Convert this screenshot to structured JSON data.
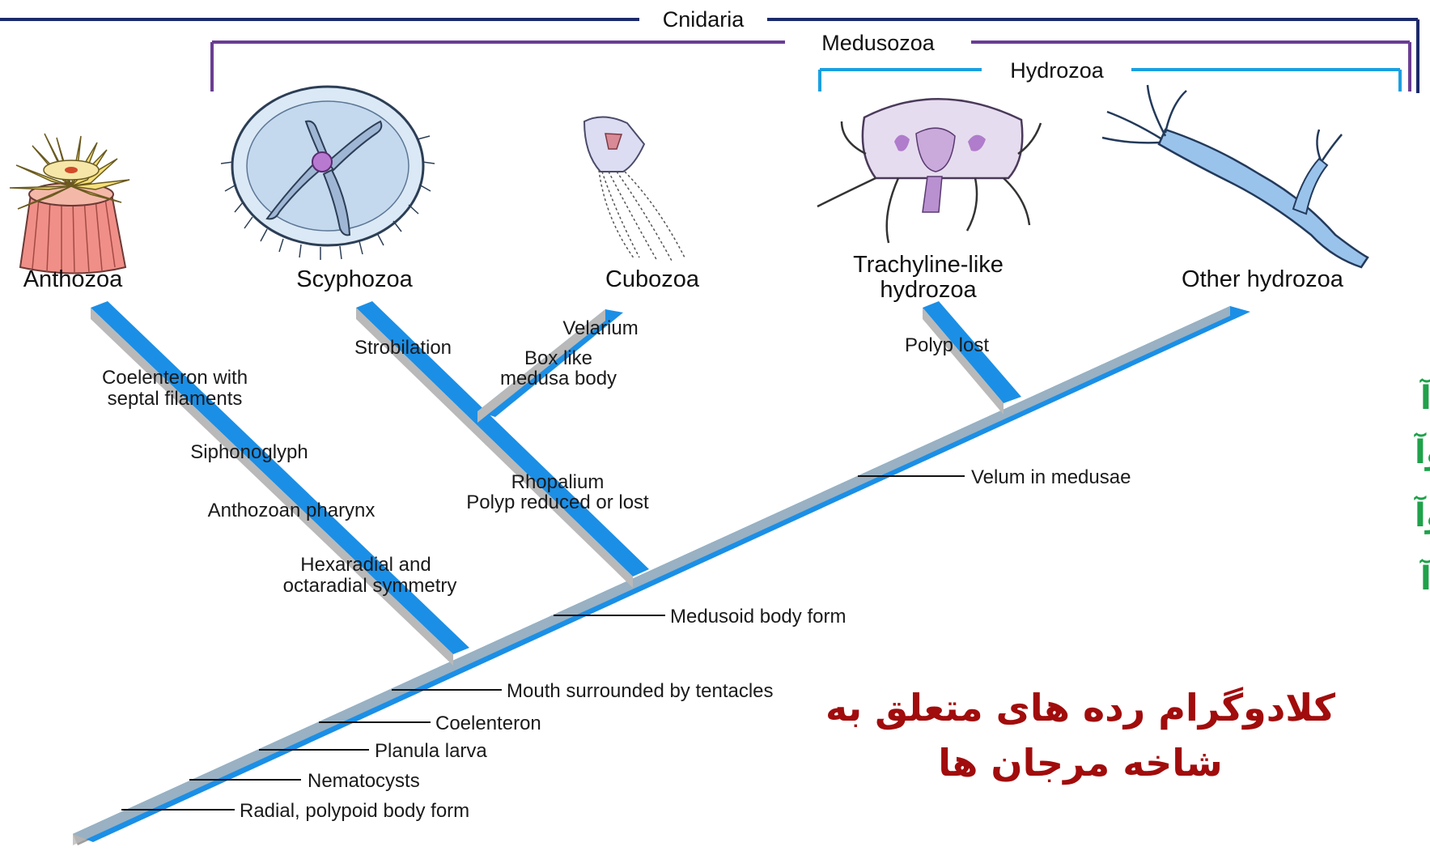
{
  "brackets": {
    "cnidaria": "Cnidaria",
    "medusozoa": "Medusozoa",
    "hydrozoa": "Hydrozoa"
  },
  "taxa": {
    "anthozoa": "Anthozoa",
    "scyphozoa": "Scyphozoa",
    "cubozoa": "Cubozoa",
    "trachyline_line1": "Trachyline-like",
    "trachyline_line2": "hydrozoa",
    "other_hydrozoa": "Other hydrozoa"
  },
  "characters": {
    "radial": "Radial, polypoid body form",
    "nematocysts": "Nematocysts",
    "planula": "Planula larva",
    "coelenteron": "Coelenteron",
    "mouth": "Mouth surrounded by tentacles",
    "medusoid": "Medusoid body form",
    "velum": "Velum in medusae",
    "hexaradial_1": "Hexaradial and",
    "hexaradial_2": "octaradial symmetry",
    "pharynx": "Anthozoan pharynx",
    "siphonoglyph": "Siphonoglyph",
    "septal_1": "Coelenteron with",
    "septal_2": "septal filaments",
    "rhopalium_1": "Rhopalium",
    "rhopalium_2": "Polyp reduced or lost",
    "strobilation": "Strobilation",
    "boxlike_1": "Box like",
    "boxlike_2": "medusa body",
    "velarium": "Velarium",
    "polyp_lost": "Polyp lost"
  },
  "persian": {
    "classes": [
      "رده هیدروزوآ",
      "رده سیفوزوآ",
      "رده آنتوزوآ",
      "رده کوبوزوآ"
    ],
    "title_line1": "کلادوگرام رده های متعلق به",
    "title_line2": "شاخه مرجان ها"
  },
  "colors": {
    "branch_blue": "#1b8fe6",
    "branch_gray": "#b9b9b9",
    "cnidaria_bracket": "#1b2a6b",
    "medusozoa_bracket": "#6a3d93",
    "hydrozoa_bracket": "#1aa0e0",
    "persian_classes": "#1fa24a",
    "persian_title": "#a10c0c"
  }
}
